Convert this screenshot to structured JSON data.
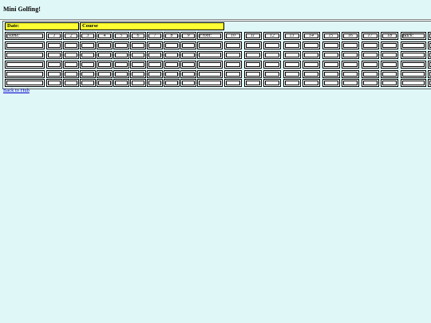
{
  "page": {
    "title": "Mini Golfing!",
    "back_link": "Back to Hub"
  },
  "header": {
    "date_label": "Date:",
    "course_label": "Course"
  },
  "scorecard": {
    "name_label": "Name:",
    "front_label": "Front:",
    "back_label": "Back:",
    "front_holes": [
      "1",
      "2",
      "3",
      "4",
      "5",
      "6",
      "7",
      "8",
      "9"
    ],
    "back_holes": [
      "10",
      "11",
      "12",
      "13",
      "14",
      "15",
      "16",
      "17",
      "18"
    ],
    "player_rows": 5
  },
  "colors": {
    "background": "#e0f7f7",
    "header_fill": "#ffff33",
    "link": "#0000cc"
  }
}
